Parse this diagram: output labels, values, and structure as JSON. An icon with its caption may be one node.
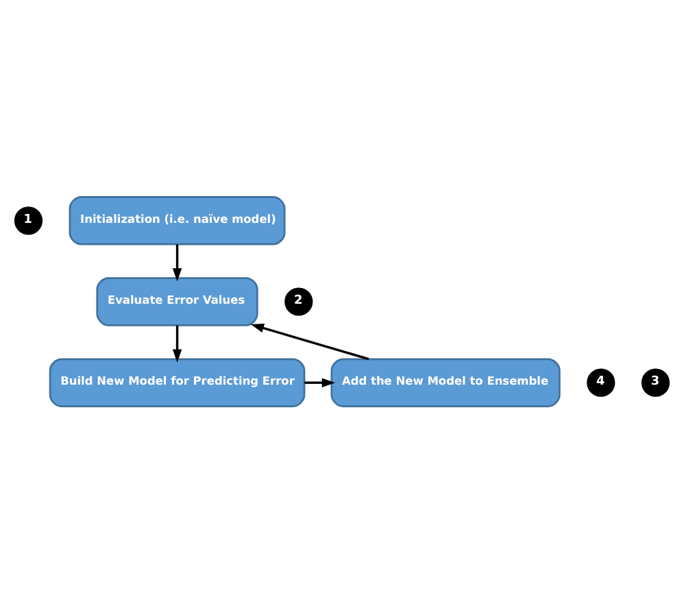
{
  "diagram": {
    "nodes": [
      {
        "text": [
          "1"
        ]
      },
      {
        "text": [
          "Initialization (i.e. naïve model)"
        ]
      },
      {
        "text": [
          "2"
        ]
      },
      {
        "text": [
          "Evaluate Error Values"
        ]
      },
      {
        "text": [
          "4"
        ]
      },
      {
        "text": [
          "Add the New Model to Ensemble"
        ]
      },
      {
        "text": [
          "3"
        ]
      },
      {
        "text": [
          "Build New Model for Predicting Error"
        ]
      }
    ],
    "edges": [
      {
        "from": 1,
        "to": 3,
        "arrow": "to"
      },
      {
        "from": 3,
        "to": 7,
        "arrow": "to"
      },
      {
        "from": 7,
        "to": 5,
        "arrow": "to"
      },
      {
        "from": 5,
        "to": 3,
        "arrow": "to"
      }
    ]
  }
}
